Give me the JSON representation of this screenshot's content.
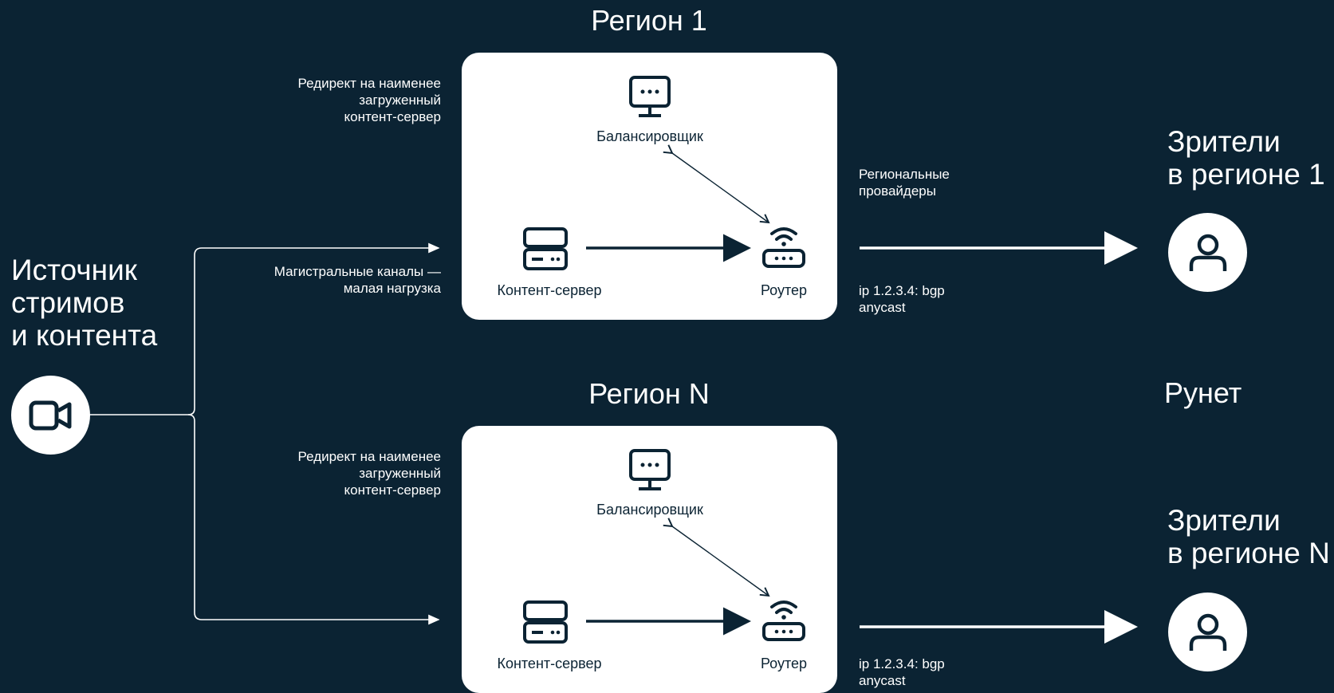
{
  "source": {
    "title_lines": [
      "Источник",
      "стримов",
      "и контента"
    ],
    "icon": "video-camera-icon"
  },
  "regions": [
    {
      "title": "Регион 1",
      "redirect_note": [
        "Редирект на наименее",
        "загруженный",
        "контент-сервер"
      ],
      "balancer_label": "Балансировщик",
      "content_server_label": "Контент-сервер",
      "router_label": "Роутер",
      "router_ip": [
        "ip 1.2.3.4: bgp",
        "anycast"
      ]
    },
    {
      "title": "Регион N",
      "redirect_note": [
        "Редирект на наименее",
        "загруженный",
        "контент-сервер"
      ],
      "balancer_label": "Балансировщик",
      "content_server_label": "Контент-сервер",
      "router_label": "Роутер",
      "router_ip": [
        "ip 1.2.3.4: bgp",
        "anycast"
      ]
    }
  ],
  "backbone_note": [
    "Магистральные каналы —",
    "малая нагрузка"
  ],
  "providers_note": [
    "Региональные",
    "провайдеры"
  ],
  "runet_label": "Рунет",
  "viewers": [
    {
      "title_lines": [
        "Зрители",
        "в регионе 1"
      ],
      "icon": "user-icon"
    },
    {
      "title_lines": [
        "Зрители",
        "в регионе N"
      ],
      "icon": "user-icon"
    }
  ],
  "colors": {
    "background": "#0b2333",
    "panel": "#ffffff",
    "ink": "#0b2333",
    "line": "#ffffff"
  }
}
